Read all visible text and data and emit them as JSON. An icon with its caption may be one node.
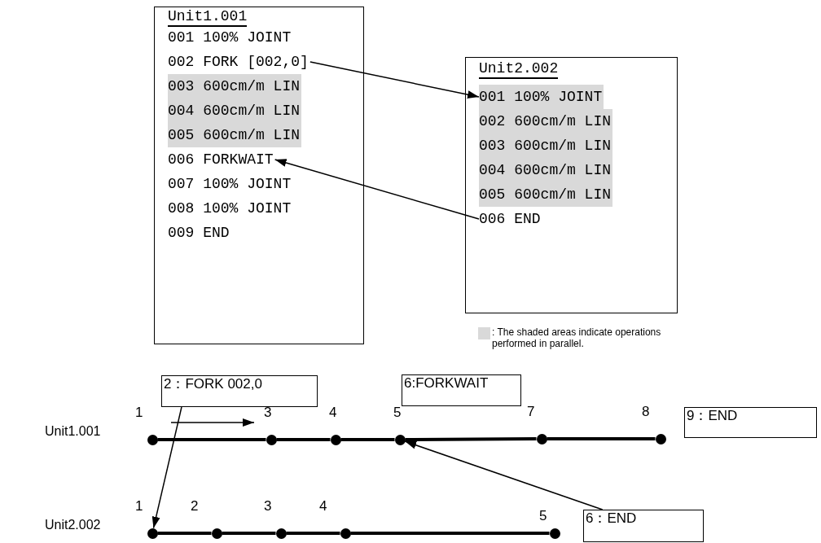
{
  "diagram": {
    "nodes": [
      {
        "text": [
          "Unit1.001"
        ]
      },
      {
        "text": [
          "001 100% JOINT"
        ],
        "in": 0
      },
      {
        "text": [
          "002 FORK [002,0]"
        ],
        "in": 0
      },
      {
        "text": [
          "003 600cm/m LIN"
        ],
        "in": 0
      },
      {
        "text": [
          "004 600cm/m LIN"
        ],
        "in": 0
      },
      {
        "text": [
          "005 600cm/m LIN"
        ],
        "in": 0
      },
      {
        "text": [
          "006 FORKWAIT"
        ],
        "in": 0
      },
      {
        "text": [
          "007 100% JOINT"
        ],
        "in": 0
      },
      {
        "text": [
          "008 100% JOINT"
        ],
        "in": 0
      },
      {
        "text": [
          "009 END"
        ],
        "in": 0
      },
      {
        "text": [
          "Unit2.002"
        ]
      },
      {
        "text": [
          "001 100% JOINT"
        ],
        "in": 10
      },
      {
        "text": [
          "002 600cm/m LIN"
        ],
        "in": 10
      },
      {
        "text": [
          "003 600cm/m LIN"
        ],
        "in": 10
      },
      {
        "text": [
          "004 600cm/m LIN"
        ],
        "in": 10
      },
      {
        "text": [
          "005 600cm/m LIN"
        ],
        "in": 10
      },
      {
        "text": [
          "006 END"
        ],
        "in": 10
      },
      {
        "text": [
          "2：FORK 002,0"
        ]
      },
      {
        "text": [
          "6:FORKWAIT"
        ]
      },
      {
        "text": [
          "9：END"
        ]
      },
      {
        "text": [],
        "shape": "circle"
      },
      {
        "text": [],
        "shape": "circle"
      },
      {
        "text": [],
        "shape": "circle"
      },
      {
        "text": [],
        "shape": "circle"
      },
      {
        "text": [],
        "shape": "circle"
      },
      {
        "text": [],
        "shape": "circle"
      },
      {
        "text": [
          "6：END"
        ]
      },
      {
        "text": [],
        "shape": "circle"
      },
      {
        "text": [],
        "shape": "circle"
      },
      {
        "text": [],
        "shape": "circle"
      },
      {
        "text": [],
        "shape": "circle"
      },
      {
        "text": [],
        "shape": "circle"
      }
    ],
    "edges": [
      {
        "from": 2,
        "to": 11,
        "arrow": "to"
      },
      {
        "from": 16,
        "to": 6,
        "arrow": "to"
      },
      {
        "from": 17,
        "to": 27,
        "arrow": "to"
      },
      {
        "from": 26,
        "to": 23,
        "arrow": "to"
      },
      {
        "from": 20,
        "to": 21,
        "arrow": "none"
      },
      {
        "from": 21,
        "to": 22,
        "arrow": "none"
      },
      {
        "from": 22,
        "to": 23,
        "arrow": "none"
      },
      {
        "from": 23,
        "to": 24,
        "arrow": "none"
      },
      {
        "from": 24,
        "to": 25,
        "arrow": "none"
      },
      {
        "from": 27,
        "to": 28,
        "arrow": "none"
      },
      {
        "from": 28,
        "to": 29,
        "arrow": "none"
      },
      {
        "from": 29,
        "to": 30,
        "arrow": "none"
      },
      {
        "from": 30,
        "to": 31,
        "arrow": "none"
      }
    ],
    "labels": [
      "1",
      "3",
      "4",
      "5",
      "7",
      "8",
      "Unit1.001",
      "1",
      "2",
      "3",
      "4",
      "5",
      "Unit2.002"
    ],
    "legend": [
      {
        "text": ": The shaded areas indicate operations performed in parallel.",
        "color": "#d9d9d9"
      }
    ]
  }
}
